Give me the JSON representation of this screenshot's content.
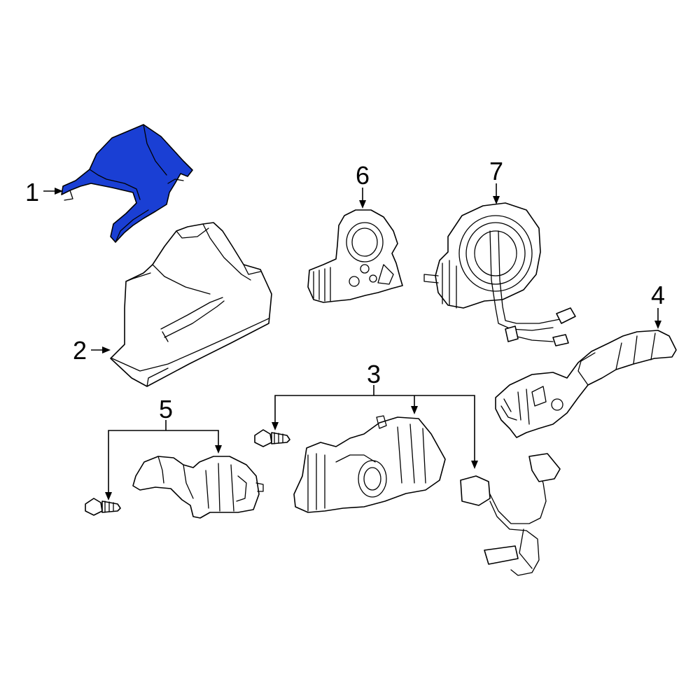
{
  "callouts": [
    {
      "id": "1",
      "label": "1"
    },
    {
      "id": "2",
      "label": "2"
    },
    {
      "id": "3",
      "label": "3"
    },
    {
      "id": "4",
      "label": "4"
    },
    {
      "id": "5",
      "label": "5"
    },
    {
      "id": "6",
      "label": "6"
    },
    {
      "id": "7",
      "label": "7"
    }
  ],
  "colors": {
    "highlight_part": "#1a3fd4",
    "line": "#000000",
    "background": "#ffffff"
  },
  "highlighted_callout": "1"
}
